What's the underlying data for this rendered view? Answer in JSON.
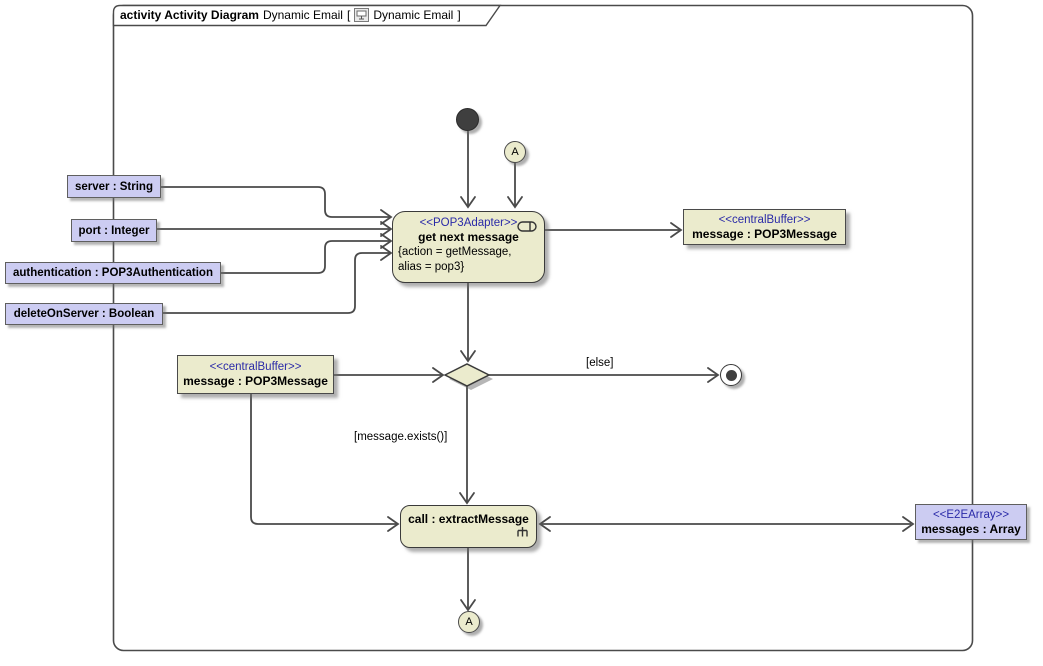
{
  "frame": {
    "keyword": "activity Activity Diagram",
    "name": "Dynamic Email",
    "open_bracket": "[",
    "ref_name": "Dynamic Email",
    "close_bracket": "]"
  },
  "nodes": {
    "pop3_adapter": {
      "stereotype": "<<POP3Adapter>>",
      "name": "get next message",
      "constraint_line1": "{action = getMessage,",
      "constraint_line2": "alias = pop3}"
    },
    "central_buffer_right": {
      "stereotype": "<<centralBuffer>>",
      "name": "message : POP3Message"
    },
    "central_buffer_left": {
      "stereotype": "<<centralBuffer>>",
      "name": "message : POP3Message"
    },
    "call_extract": {
      "name": "call : extractMessage"
    },
    "e2e_array": {
      "stereotype": "<<E2EArray>>",
      "name": "messages : Array"
    },
    "connector_top": {
      "label": "A"
    },
    "connector_bottom": {
      "label": "A"
    }
  },
  "parameters": [
    {
      "label": "server : String"
    },
    {
      "label": "port : Integer"
    },
    {
      "label": "authentication : POP3Authentication"
    },
    {
      "label": "deleteOnServer : Boolean"
    }
  ],
  "edge_labels": {
    "else_guard": "[else]",
    "exists_guard": "[message.exists()]"
  },
  "colors": {
    "node_fill": "#ebebcd",
    "param_fill": "#ccccf2",
    "stereotype_text": "#2a2aa8",
    "line": "#4a4a4a"
  }
}
